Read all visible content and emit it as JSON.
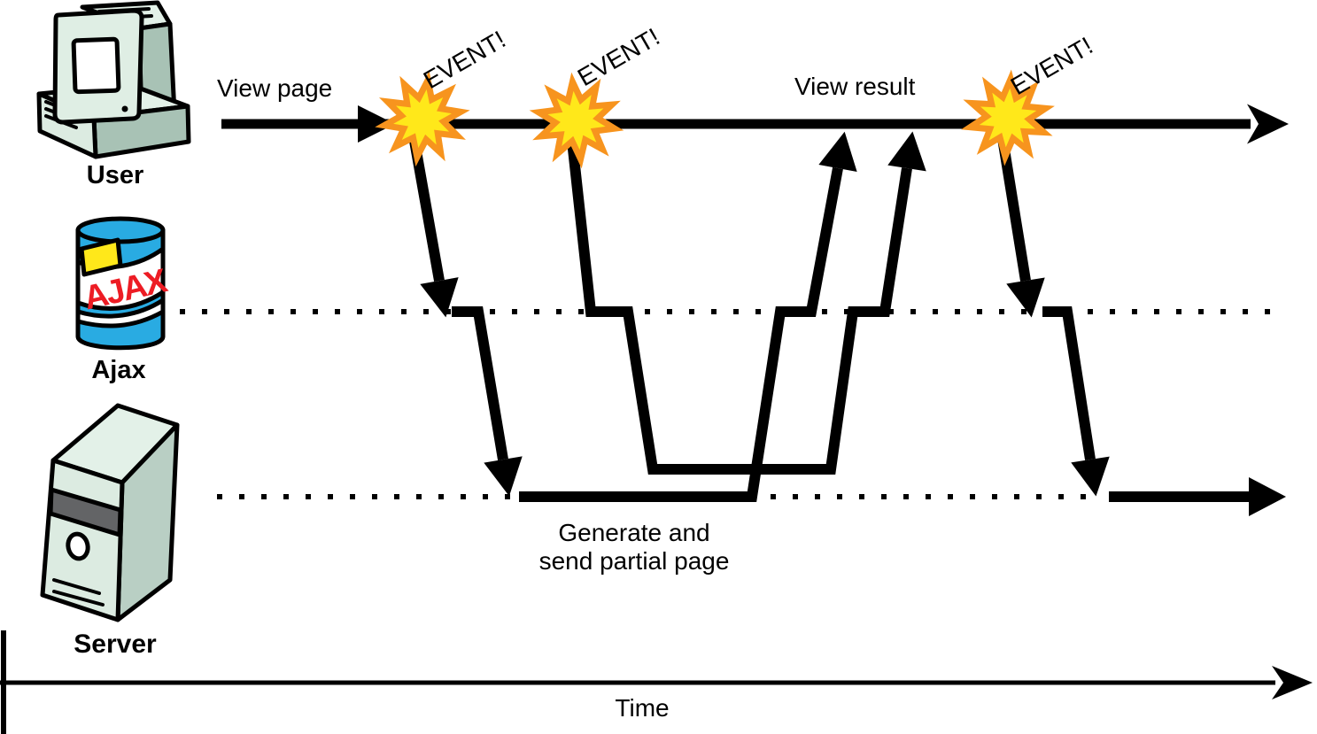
{
  "diagram": {
    "actors": [
      {
        "id": "user",
        "label": "User"
      },
      {
        "id": "ajax",
        "label": "Ajax"
      },
      {
        "id": "server",
        "label": "Server"
      }
    ],
    "ajax_can_text": "AJAX",
    "events": [
      {
        "label": "EVENT!"
      },
      {
        "label": "EVENT!"
      },
      {
        "label": "EVENT!"
      }
    ],
    "annotations": {
      "view_page": "View page",
      "view_result": "View result",
      "generate_line1": "Generate and",
      "generate_line2": "send partial page",
      "time": "Time"
    },
    "colors": {
      "line": "#000000",
      "star_fill": "#FFE81A",
      "star_stroke": "#F7941E",
      "can_blue": "#29ABE2",
      "can_red": "#ED1C24",
      "can_yellow": "#FFE81A",
      "machine_light": "#DCEBE1",
      "machine_lighter": "#E3F1E8",
      "machine_mid": "#A8C2B5",
      "stripe_gray": "#636466"
    }
  }
}
